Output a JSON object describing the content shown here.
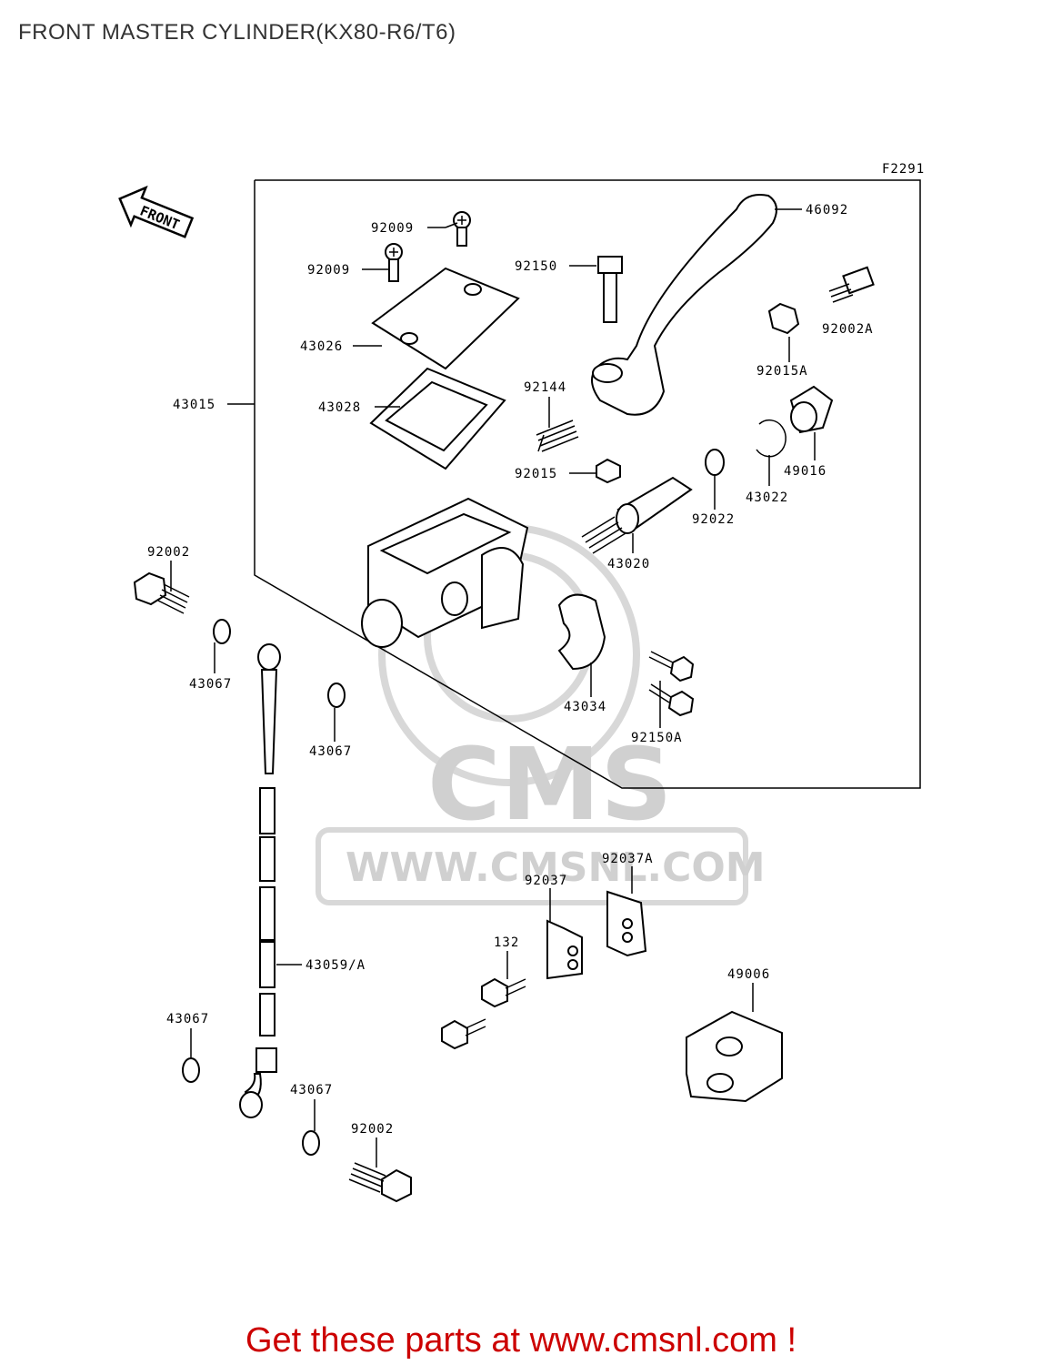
{
  "title": "FRONT MASTER CYLINDER(KX80-R6/T6)",
  "figure_code": "F2291",
  "front_arrow_text": "FRONT",
  "watermark": {
    "logo_text": "CMS",
    "url_text": "WWW.CMSNL.COM"
  },
  "part_labels": {
    "p46092": "46092",
    "p92009a": "92009",
    "p92009b": "92009",
    "p92150": "92150",
    "p92002A": "92002A",
    "p43026": "43026",
    "p92015A": "92015A",
    "p43015": "43015",
    "p43028": "43028",
    "p92144": "92144",
    "p49016": "49016",
    "p92015": "92015",
    "p43022": "43022",
    "p92022": "92022",
    "p43020": "43020",
    "p92002a": "92002",
    "p43067a": "43067",
    "p43034": "43034",
    "p43067b": "43067",
    "p92150A": "92150A",
    "p92037A": "92037A",
    "p92037": "92037",
    "p132": "132",
    "p43059": "43059/A",
    "p49006": "49006",
    "p43067c": "43067",
    "p43067d": "43067",
    "p92002b": "92002"
  },
  "footer": "Get these parts at www.cmsnl.com !"
}
